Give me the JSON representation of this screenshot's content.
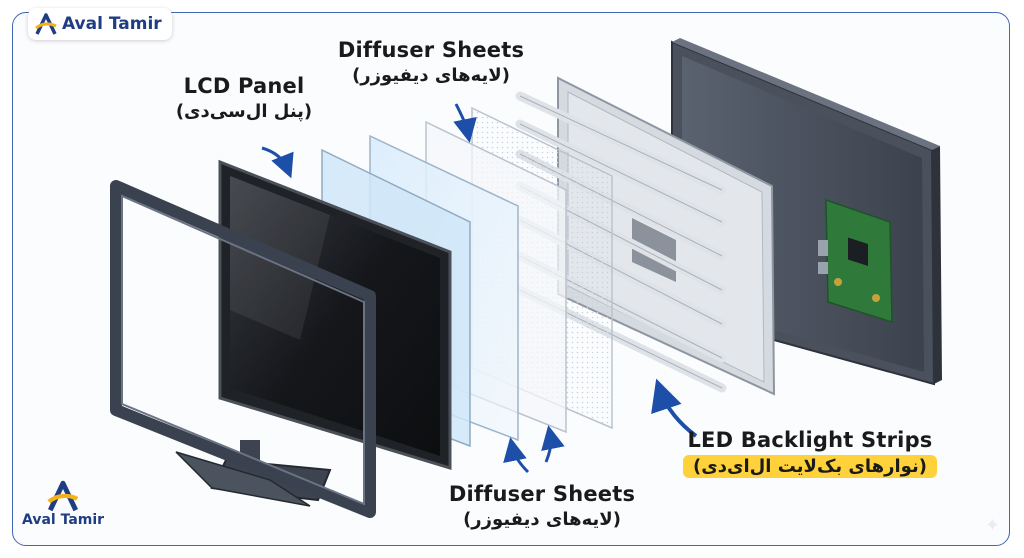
{
  "brand": {
    "name": "Aval Tamir",
    "logo_icon": "letter-a-logo-icon",
    "accent": "#f3b21a",
    "primary": "#1f3d82"
  },
  "labels": {
    "lcd_panel": {
      "en": "LCD Panel",
      "fa": "(پنل ال‌سی‌دی)"
    },
    "diffuser_top": {
      "en": "Diffuser Sheets",
      "fa": "(لایه‌های دیفیوزر)"
    },
    "diffuser_bottom": {
      "en": "Diffuser Sheets",
      "fa": "(لایه‌های دیفیوزر)"
    },
    "led_strips": {
      "en": "LED Backlight Strips",
      "fa": "(نوارهای بک‌لایت ال‌ای‌دی)"
    }
  },
  "colors": {
    "arrow": "#1e4fa8",
    "highlight": "#ffd23c",
    "frame_border": "#3f67b3"
  }
}
